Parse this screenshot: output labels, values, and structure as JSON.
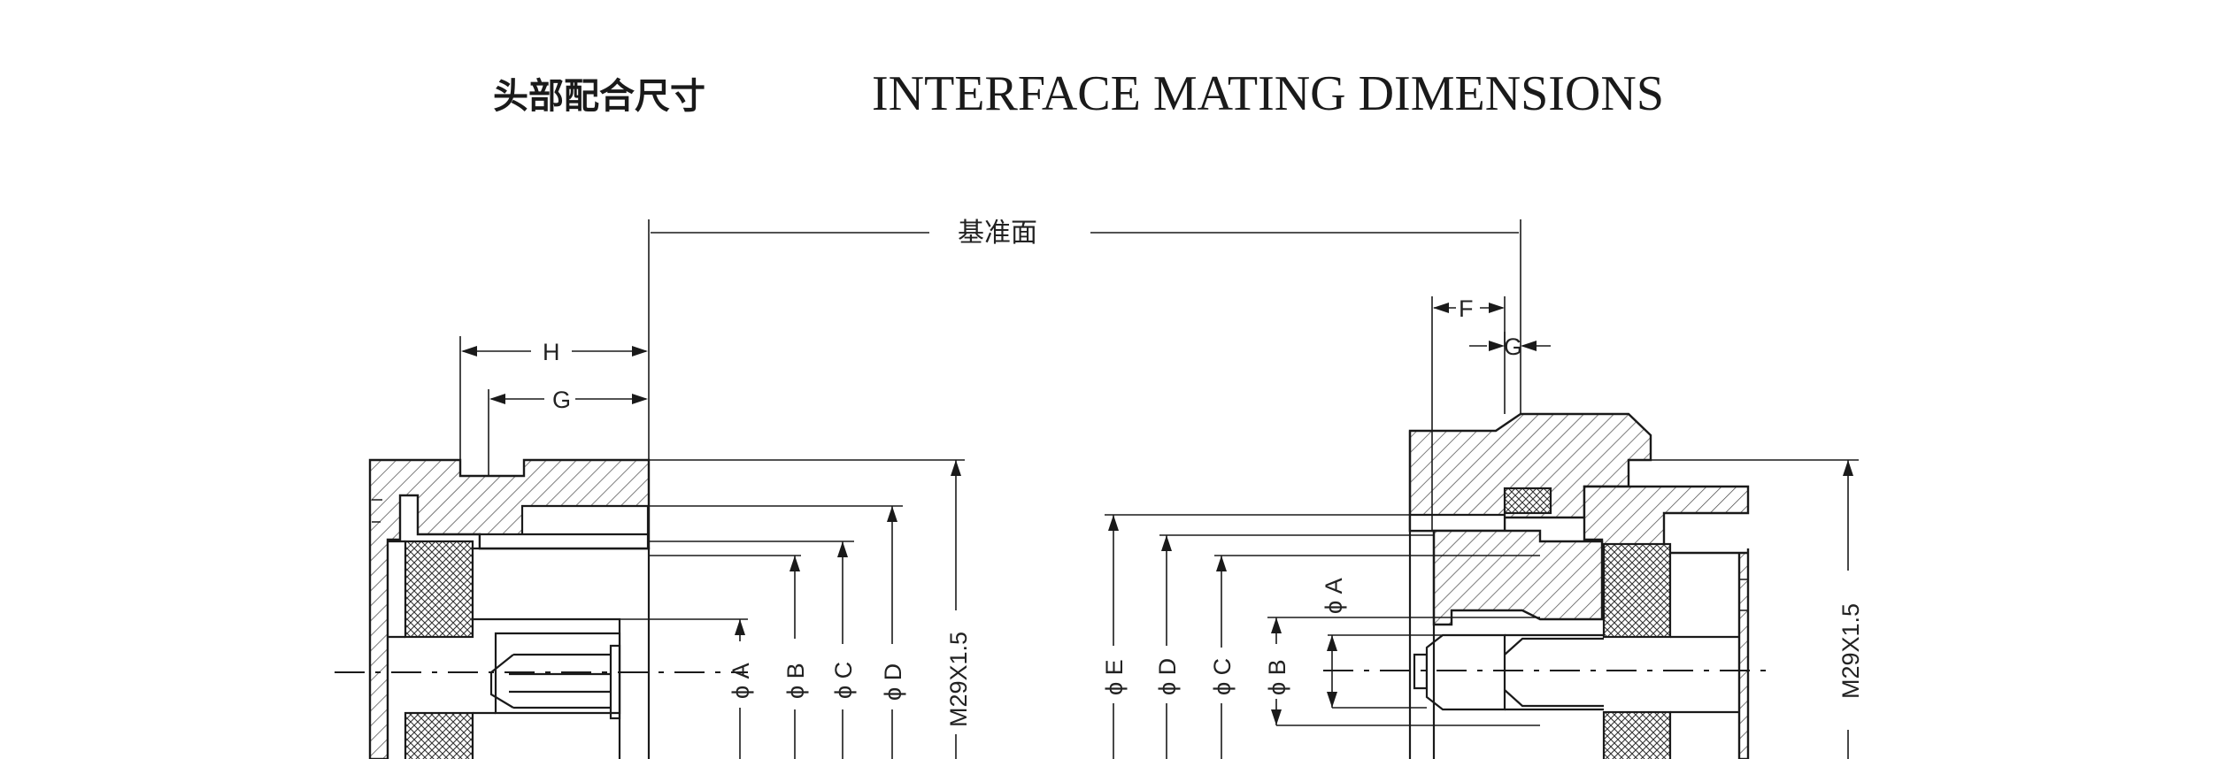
{
  "title": {
    "chinese": "头部配合尺寸",
    "english": "INTERFACE MATING DIMENSIONS"
  },
  "reference_plane_label": "基准面",
  "left_view": {
    "labels": {
      "H": "H",
      "G": "G",
      "phi_A": "ϕ A",
      "phi_B": "ϕ B",
      "phi_C": "ϕ C",
      "phi_D": "ϕ D",
      "thread": "M29X1.5"
    }
  },
  "right_view": {
    "labels": {
      "F": "F",
      "G": "G",
      "phi_A": "ϕ A",
      "phi_B": "ϕ B",
      "phi_C": "ϕ C",
      "phi_D": "ϕ D",
      "phi_E": "ϕ E",
      "thread": "M29X1.5"
    }
  },
  "colors": {
    "ink": "#1a1a1a",
    "paper": "#ffffff"
  }
}
